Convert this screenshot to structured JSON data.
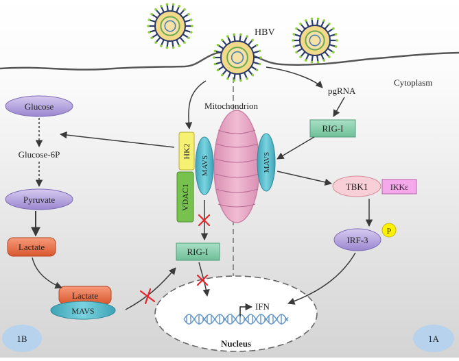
{
  "labels": {
    "hbv": "HBV",
    "cytoplasm": "Cytoplasm",
    "mitochondrion": "Mitochondrion",
    "pgrna": "pgRNA",
    "rig_i_right": "RIG-I",
    "mavs_right": "MAVS",
    "tbk1": "TBK1",
    "ikke": "IKKε",
    "irf3": "IRF-3",
    "phospho": "P",
    "hk2": "HK2",
    "vdac1": "VDAC1",
    "mavs_left": "MAVS",
    "rig_i_center": "RIG-I",
    "glucose": "Glucose",
    "glucose_6p": "Glucose-6P",
    "pyruvate": "Pyruvate",
    "lactate_left": "Lactate",
    "lactate_bottom": "Lactate",
    "mavs_bottom": "MAVS",
    "ifn": "IFN",
    "nucleus": "Nucleus",
    "panel_1b": "1B",
    "panel_1a": "1A"
  },
  "colors": {
    "background_top": "#ffffff",
    "background_bottom": "#d6d6d6",
    "mitochondrion": "#e6a9c4",
    "mitochondrion_stroke": "#c982a6",
    "mavs": "#5bbfcf",
    "rig_i": "#8fd1b2",
    "hk2": "#f6f073",
    "vdac1": "#77c14f",
    "metabolite": "#b7a6dd",
    "lactate": "#ef7b57",
    "tbk1": "#f8cfd6",
    "ikke": "#f5a8ea",
    "irf3": "#c9b6ea",
    "phospho": "#fff200",
    "panel_badge": "#b6d2ec",
    "inhibit": "#e8262b",
    "dna": "#5f94c5",
    "virion_spike": "#2b3a67",
    "virion_tip": "#8fcf3c"
  }
}
